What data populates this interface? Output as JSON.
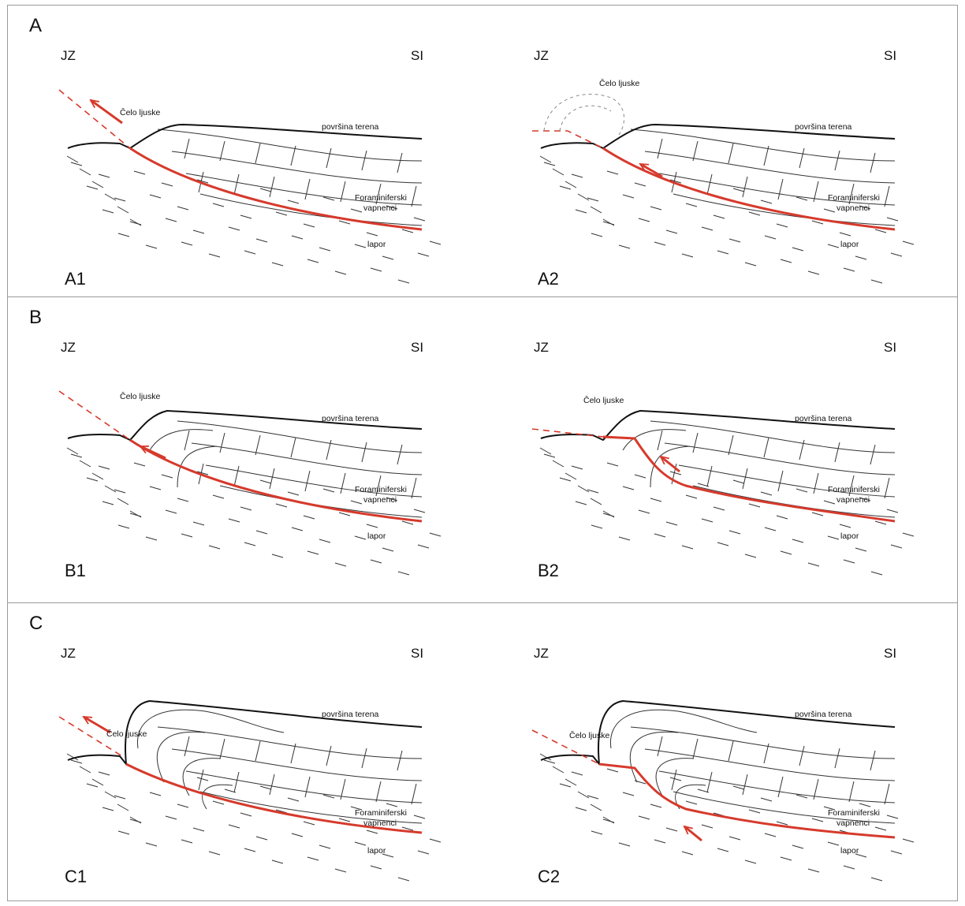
{
  "colors": {
    "fault": "#d63a2c",
    "ink": "#111111",
    "frame": "#9a9a9a"
  },
  "rows": [
    {
      "letter": "A",
      "panels": [
        {
          "id": "A1",
          "variant": "a1",
          "left": "JZ",
          "right": "SI",
          "front_label": "Čelo ljuske",
          "surface_label": "površina terena",
          "rock_label_1": "Foraminiferski",
          "rock_label_2": "vapnenci",
          "marl_label": "lapor"
        },
        {
          "id": "A2",
          "variant": "a2",
          "left": "JZ",
          "right": "SI",
          "front_label": "Čelo ljuske",
          "surface_label": "površina terena",
          "rock_label_1": "Foraminiferski",
          "rock_label_2": "vapnenci",
          "marl_label": "lapor"
        }
      ]
    },
    {
      "letter": "B",
      "panels": [
        {
          "id": "B1",
          "variant": "b1",
          "left": "JZ",
          "right": "SI",
          "front_label": "Čelo ljuske",
          "surface_label": "površina terena",
          "rock_label_1": "Foraminiferski",
          "rock_label_2": "vapnenci",
          "marl_label": "lapor"
        },
        {
          "id": "B2",
          "variant": "b2",
          "left": "JZ",
          "right": "SI",
          "front_label": "Čelo ljuske",
          "surface_label": "površina terena",
          "rock_label_1": "Foraminiferski",
          "rock_label_2": "vapnenci",
          "marl_label": "lapor"
        }
      ]
    },
    {
      "letter": "C",
      "panels": [
        {
          "id": "C1",
          "variant": "c1",
          "left": "JZ",
          "right": "SI",
          "front_label": "Čelo ljuske",
          "surface_label": "površina terena",
          "rock_label_1": "Foraminiferski",
          "rock_label_2": "vapnenci",
          "marl_label": "lapor"
        },
        {
          "id": "C2",
          "variant": "c2",
          "left": "JZ",
          "right": "SI",
          "front_label": "Čelo ljuske",
          "surface_label": "površina terena",
          "rock_label_1": "Foraminiferski",
          "rock_label_2": "vapnenci",
          "marl_label": "lapor"
        }
      ]
    }
  ]
}
